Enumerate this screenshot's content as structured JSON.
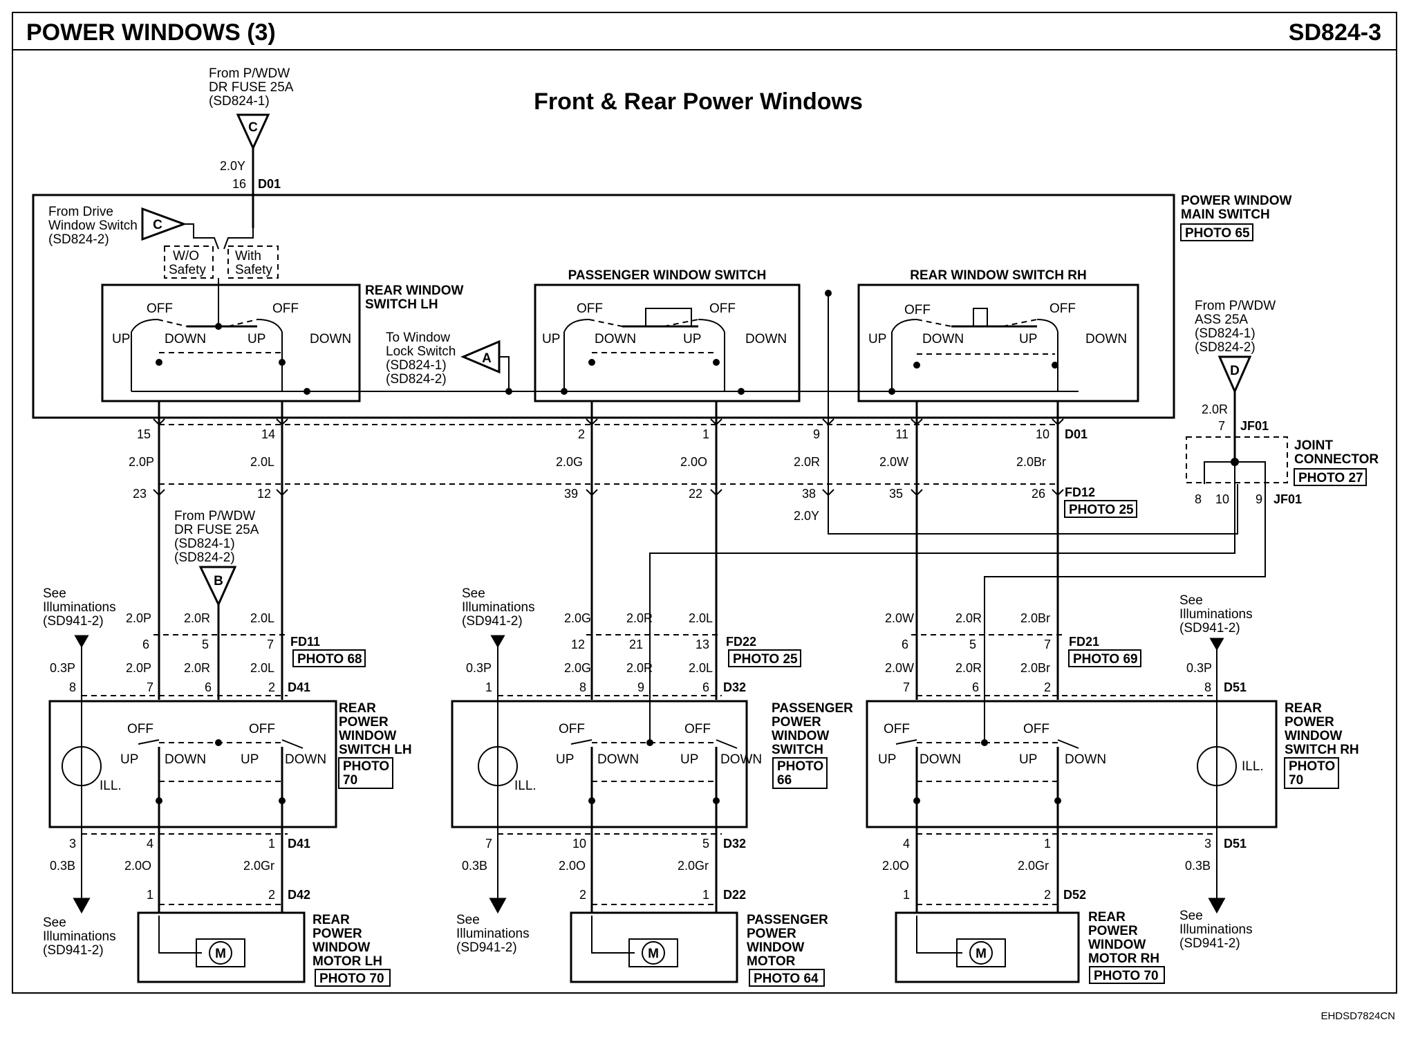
{
  "header": {
    "title": "POWER WINDOWS (3)",
    "code": "SD824-3"
  },
  "diagram_title": "Front & Rear Power Windows",
  "footer_code": "EHDSD7824CN",
  "source_top": {
    "lines": [
      "From P/WDW",
      "DR FUSE 25A",
      "(SD824-1)"
    ],
    "letter": "C",
    "wire": "2.0Y",
    "pin": "16",
    "conn": "D01"
  },
  "main_switch": {
    "title": [
      "POWER WINDOW",
      "MAIN SWITCH"
    ],
    "photo": "PHOTO 65",
    "from_drive": [
      "From Drive",
      "Window Switch",
      "(SD824-2)"
    ],
    "from_drive_letter": "C",
    "wo_safety": [
      "W/O",
      "Safety"
    ],
    "with_safety": [
      "With",
      "Safety"
    ],
    "lock_switch": [
      "To Window",
      "Lock Switch",
      "(SD824-1)",
      "(SD824-2)"
    ],
    "lock_letter": "A",
    "rear_lh": [
      "REAR WINDOW",
      "SWITCH LH"
    ],
    "passenger": "PASSENGER WINDOW SWITCH",
    "rear_rh": "REAR WINDOW SWITCH RH"
  },
  "switch_labels": {
    "off": "OFF",
    "up": "UP",
    "down": "DOWN",
    "ill": "ILL."
  },
  "d01_pins": [
    "15",
    "14",
    "2",
    "1",
    "9",
    "11",
    "10"
  ],
  "d01_conn": "D01",
  "wires_upper": [
    "2.0P",
    "2.0L",
    "2.0G",
    "2.0O",
    "2.0R",
    "2.0W",
    "2.0Br"
  ],
  "fd12_pins": [
    "23",
    "12",
    "39",
    "22",
    "38",
    "35",
    "26"
  ],
  "fd12": {
    "conn": "FD12",
    "photo": "PHOTO 25",
    "wire_y": "2.0Y"
  },
  "joint": {
    "from": [
      "From P/WDW",
      "ASS 25A",
      "(SD824-1)",
      "(SD824-2)"
    ],
    "letter": "D",
    "wire": "2.0R",
    "pin_top": "7",
    "conn": "JF01",
    "title": [
      "JOINT",
      "CONNECTOR"
    ],
    "photo": "PHOTO 27",
    "pins_bottom": [
      "8",
      "10",
      "9"
    ]
  },
  "fuse_b": {
    "lines": [
      "From P/WDW",
      "DR  FUSE 25A",
      "(SD824-1)",
      "(SD824-2)"
    ],
    "letter": "B"
  },
  "see_ill": [
    "See",
    "Illuminations",
    "(SD941-2)"
  ],
  "lh": {
    "fd_wires": [
      "2.0P",
      "2.0R",
      "2.0L"
    ],
    "fd_pins": [
      "6",
      "5",
      "7"
    ],
    "fd_conn": "FD11",
    "fd_photo": "PHOTO 68",
    "d41_wires": [
      "0.3P",
      "2.0P",
      "2.0R",
      "2.0L"
    ],
    "d41_pins": [
      "8",
      "7",
      "6",
      "2"
    ],
    "d41_conn": "D41",
    "switch": [
      "REAR",
      "POWER",
      "WINDOW",
      "SWITCH LH"
    ],
    "switch_photo": [
      "PHOTO",
      "70"
    ],
    "low_pins": [
      "3",
      "4",
      "1"
    ],
    "low_conn": "D41",
    "low_wires": [
      "0.3B",
      "2.0O",
      "2.0Gr"
    ],
    "motor_pins": [
      "1",
      "2"
    ],
    "motor_conn": "D42",
    "motor": [
      "REAR",
      "POWER",
      "WINDOW",
      "MOTOR LH"
    ],
    "motor_photo": "PHOTO 70"
  },
  "pass": {
    "fd_wires": [
      "2.0G",
      "2.0R",
      "2.0L"
    ],
    "fd_pins": [
      "12",
      "21",
      "13"
    ],
    "fd_conn": "FD22",
    "fd_photo": "PHOTO 25",
    "d32_wires": [
      "0.3P",
      "2.0G",
      "2.0R",
      "2.0L"
    ],
    "d32_pins": [
      "1",
      "8",
      "9",
      "6"
    ],
    "d32_conn": "D32",
    "switch": [
      "PASSENGER",
      "POWER",
      "WINDOW",
      "SWITCH"
    ],
    "switch_photo": [
      "PHOTO",
      "66"
    ],
    "low_pins": [
      "7",
      "10",
      "5"
    ],
    "low_conn": "D32",
    "low_wires": [
      "0.3B",
      "2.0O",
      "2.0Gr"
    ],
    "motor_pins": [
      "2",
      "1"
    ],
    "motor_conn": "D22",
    "motor": [
      "PASSENGER",
      "POWER",
      "WINDOW",
      "MOTOR"
    ],
    "motor_photo": "PHOTO 64"
  },
  "rh": {
    "fd_wires": [
      "2.0W",
      "2.0R",
      "2.0Br"
    ],
    "fd_pins": [
      "6",
      "5",
      "7"
    ],
    "fd_conn": "FD21",
    "fd_photo": "PHOTO 69",
    "d51_wires": [
      "2.0W",
      "2.0R",
      "2.0Br",
      "0.3P"
    ],
    "d51_pins": [
      "7",
      "6",
      "2",
      "8"
    ],
    "d51_conn": "D51",
    "switch": [
      "REAR",
      "POWER",
      "WINDOW",
      "SWITCH RH"
    ],
    "switch_photo": [
      "PHOTO",
      "70"
    ],
    "low_pins": [
      "4",
      "1",
      "3"
    ],
    "low_conn": "D51",
    "low_wires": [
      "2.0O",
      "2.0Gr",
      "0.3B"
    ],
    "motor_pins": [
      "1",
      "2"
    ],
    "motor_conn": "D52",
    "motor": [
      "REAR",
      "POWER",
      "WINDOW",
      "MOTOR RH"
    ],
    "motor_photo": "PHOTO 70"
  },
  "motor_symbol": "M"
}
